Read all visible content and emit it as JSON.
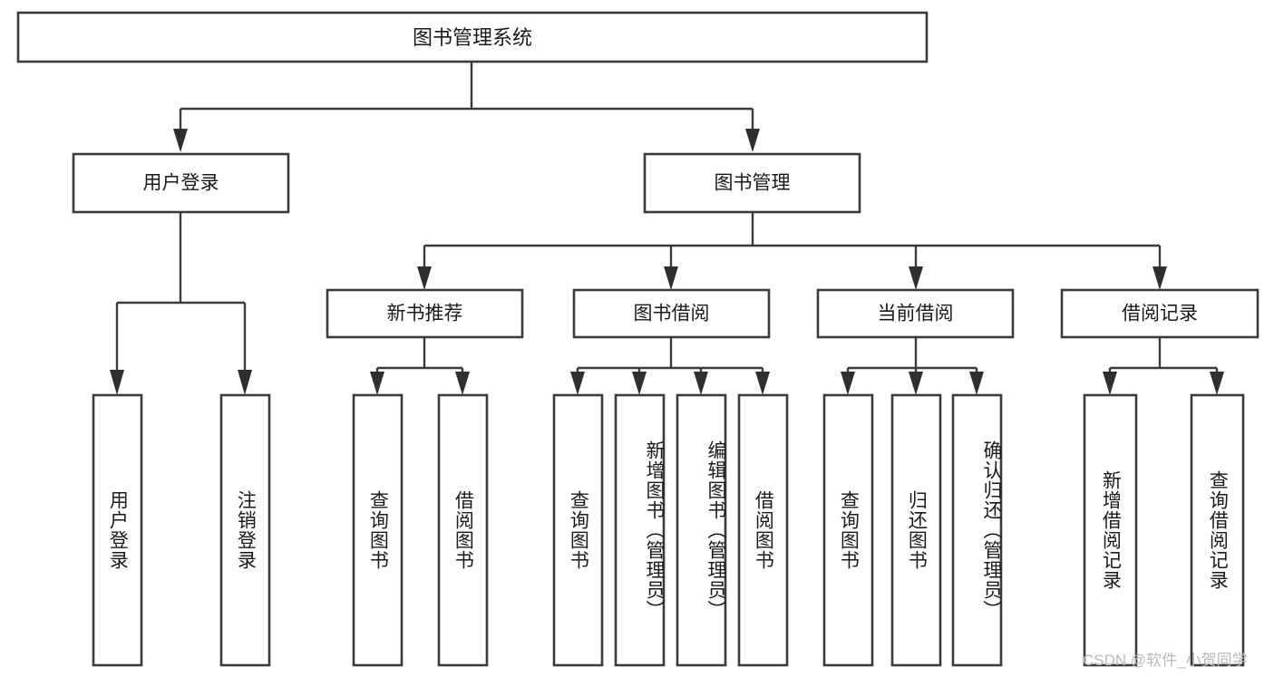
{
  "diagram": {
    "type": "tree-hierarchy",
    "title": "图书管理系统",
    "root": {
      "id": "root",
      "label": "图书管理系统"
    },
    "level1": [
      {
        "id": "user-login",
        "label": "用户登录"
      },
      {
        "id": "book-manage",
        "label": "图书管理"
      }
    ],
    "level2": [
      {
        "id": "new-book-recommend",
        "label": "新书推荐",
        "parent": "book-manage"
      },
      {
        "id": "book-borrow",
        "label": "图书借阅",
        "parent": "book-manage"
      },
      {
        "id": "current-borrow",
        "label": "当前借阅",
        "parent": "book-manage"
      },
      {
        "id": "borrow-record",
        "label": "借阅记录",
        "parent": "book-manage"
      }
    ],
    "leaves": {
      "user-login": [
        {
          "id": "leaf-user-login",
          "label": "用户登录"
        },
        {
          "id": "leaf-user-logout",
          "label": "注销登录"
        }
      ],
      "new-book-recommend": [
        {
          "id": "leaf-query-book-1",
          "label": "查询图书"
        },
        {
          "id": "leaf-borrow-book-1",
          "label": "借阅图书"
        }
      ],
      "book-borrow": [
        {
          "id": "leaf-query-book-2",
          "label": "查询图书"
        },
        {
          "id": "leaf-add-book",
          "label": "新增图书（管理员）"
        },
        {
          "id": "leaf-edit-book",
          "label": "编辑图书（管理员）"
        },
        {
          "id": "leaf-borrow-book-2",
          "label": "借阅图书"
        }
      ],
      "current-borrow": [
        {
          "id": "leaf-query-book-3",
          "label": "查询图书"
        },
        {
          "id": "leaf-return-book",
          "label": "归还图书"
        },
        {
          "id": "leaf-confirm-return",
          "label": "确认归还（管理员）"
        }
      ],
      "borrow-record": [
        {
          "id": "leaf-add-record",
          "label": "新增借阅记录"
        },
        {
          "id": "leaf-query-record",
          "label": "查询借阅记录"
        }
      ]
    },
    "colors": {
      "box_stroke": "#3b3b3b",
      "box_fill": "#ffffff",
      "connector": "#3b3b3b",
      "text": "#1a1a1a",
      "watermark": "#b8b8b8",
      "background": "#ffffff"
    }
  },
  "watermark": {
    "text": "CSDN @软件_小贺同学"
  }
}
